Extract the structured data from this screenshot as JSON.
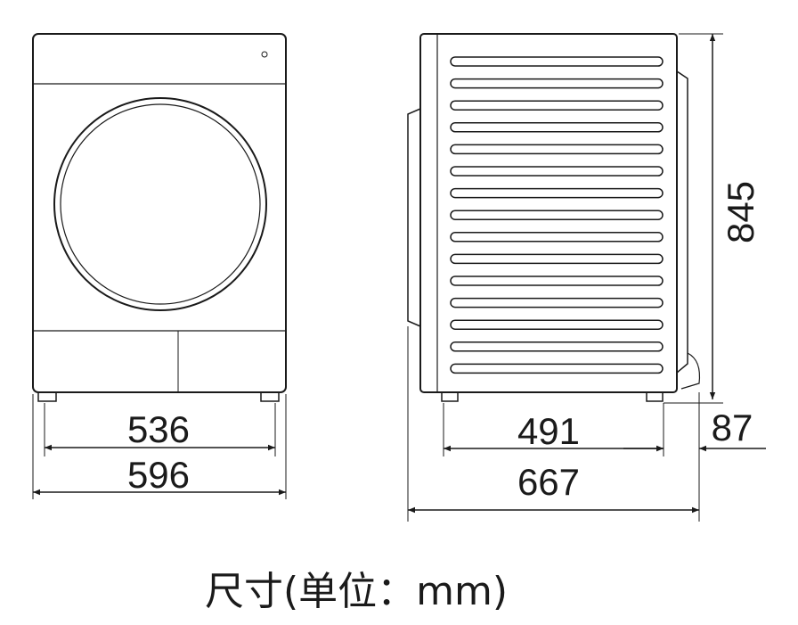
{
  "diagram": {
    "front_width_inner": "536",
    "front_width_outer": "596",
    "side_depth_body": "491",
    "side_depth_extra": "87",
    "side_depth_total": "667",
    "height": "845",
    "caption": "尺寸(单位：mm)"
  },
  "colors": {
    "line": "#1a1a1a",
    "background": "#ffffff"
  }
}
